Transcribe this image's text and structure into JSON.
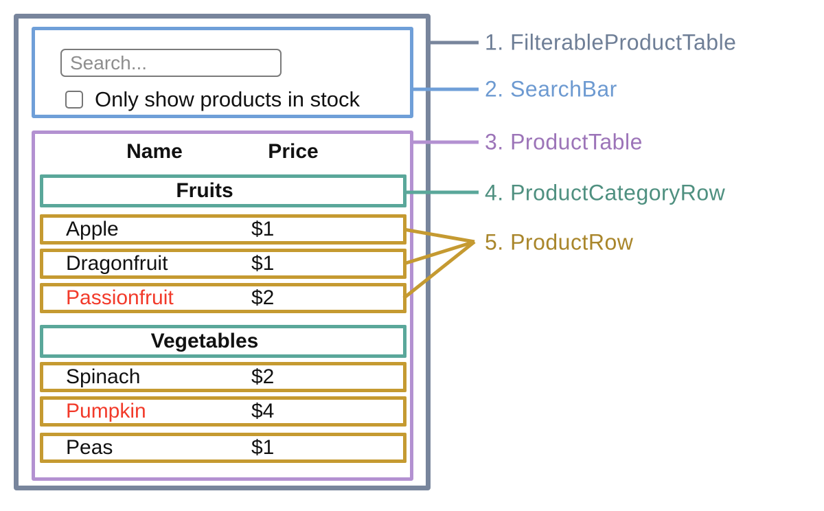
{
  "search_bar": {
    "placeholder": "Search...",
    "checkbox_label": "Only show products in stock",
    "checkbox_checked": false
  },
  "product_table": {
    "columns": [
      "Name",
      "Price"
    ],
    "sections": [
      {
        "category": "Fruits",
        "rows": [
          {
            "name": "Apple",
            "price": "$1",
            "stocked": true
          },
          {
            "name": "Dragonfruit",
            "price": "$1",
            "stocked": true
          },
          {
            "name": "Passionfruit",
            "price": "$2",
            "stocked": false
          }
        ]
      },
      {
        "category": "Vegetables",
        "rows": [
          {
            "name": "Spinach",
            "price": "$2",
            "stocked": true
          },
          {
            "name": "Pumpkin",
            "price": "$4",
            "stocked": false
          },
          {
            "name": "Peas",
            "price": "$1",
            "stocked": true
          }
        ]
      }
    ]
  },
  "legend": [
    {
      "text": "1. FilterableProductTable",
      "color": "#6e7e96"
    },
    {
      "text": "2. SearchBar",
      "color": "#6d9ad1"
    },
    {
      "text": "3. ProductTable",
      "color": "#9c74b8"
    },
    {
      "text": "4. ProductCategoryRow",
      "color": "#4f9080"
    },
    {
      "text": "5. ProductRow",
      "color": "#a9862b"
    }
  ],
  "colors": {
    "outer_border": "#78859c",
    "searchbar_border": "#6f9fd8",
    "table_border": "#b391d1",
    "category_border": "#5aa79a",
    "row_border": "#c59a31",
    "out_of_stock_text": "#f23a2a"
  }
}
